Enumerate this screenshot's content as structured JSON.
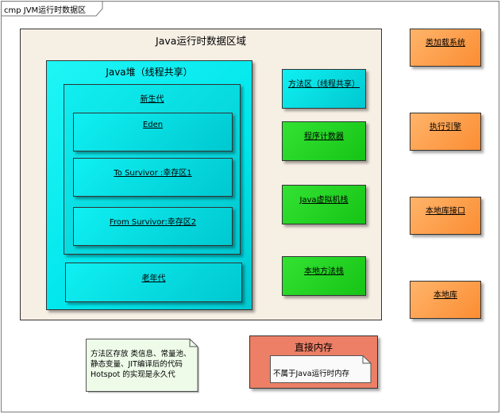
{
  "frame": {
    "title": "cmp JVM运行时数据区"
  },
  "runtime_area": {
    "title": "Java运行时数据区域"
  },
  "heap": {
    "title": "Java堆（线程共享）",
    "young": {
      "title": "新生代",
      "eden": "Eden",
      "to_survivor": "To Survivor :幸存区1",
      "from_survivor": "From Survivor:幸存区2"
    },
    "old": "老年代"
  },
  "method_area": "方法区（线程共享）",
  "pc_register": "程序计数器",
  "vm_stack": "Java虚拟机栈",
  "native_stack": "本地方法栈",
  "external": {
    "class_loader": "类加载系统",
    "exec_engine": "执行引擎",
    "native_interface": "本地库接口",
    "native_lib": "本地库"
  },
  "note_method_area": {
    "line1": "方法区存放 类信息、常量池、",
    "line2": "静态变量、JIT编译后的代码",
    "line3": "Hotspot 的实现是永久代"
  },
  "direct_memory": {
    "title": "直接内存",
    "note": "不属于Java运行时内存"
  },
  "colors": {
    "runtime_bg": "#f6efe4",
    "cyan": "#00e6ec",
    "green": "#22d022",
    "orange": "#fb9d44",
    "direct_memory": "#ec7f66",
    "note_bg": "#eefbe9"
  }
}
